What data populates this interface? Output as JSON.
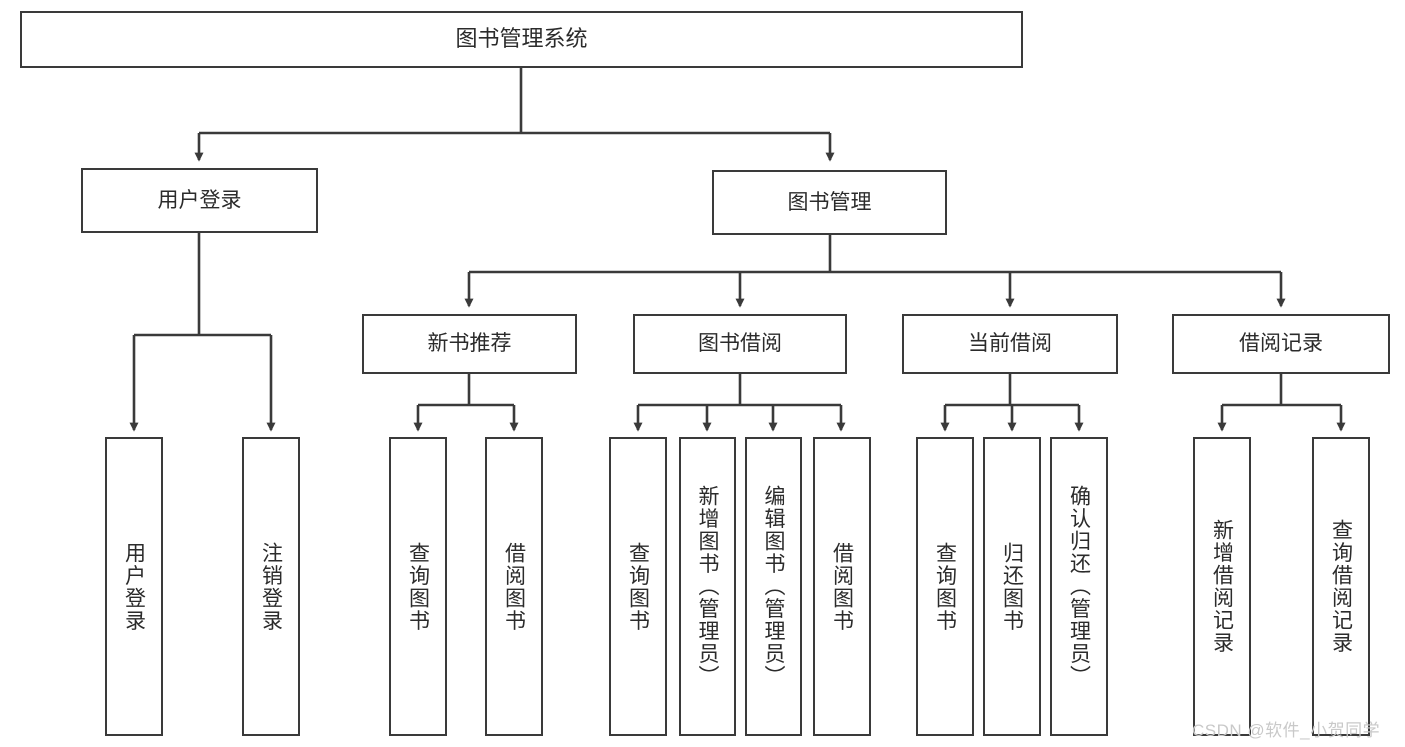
{
  "diagram": {
    "type": "tree-hierarchy",
    "title": "图书管理系统",
    "orientation": "top-down",
    "colors": {
      "box_border": "#3a3a3a",
      "box_fill": "#ffffff",
      "connector": "#3a3a3a",
      "text": "#2b2b2b",
      "watermark": "#c9c9c9",
      "background": "#ffffff"
    },
    "root": {
      "id": "root",
      "label": "图书管理系统"
    },
    "level1": [
      {
        "id": "user-login",
        "label": "用户登录"
      },
      {
        "id": "book-manage",
        "label": "图书管理"
      }
    ],
    "level2": [
      {
        "id": "new-book-recommend",
        "label": "新书推荐",
        "parent": "book-manage"
      },
      {
        "id": "book-borrow",
        "label": "图书借阅",
        "parent": "book-manage"
      },
      {
        "id": "current-borrow",
        "label": "当前借阅",
        "parent": "book-manage"
      },
      {
        "id": "borrow-record",
        "label": "借阅记录",
        "parent": "book-manage"
      }
    ],
    "leaves": [
      {
        "id": "leaf-user-login",
        "label": "用户登录",
        "parent": "user-login"
      },
      {
        "id": "leaf-logout-login",
        "label": "注销登录",
        "parent": "user-login"
      },
      {
        "id": "leaf-query-book-1",
        "label": "查询图书",
        "parent": "new-book-recommend"
      },
      {
        "id": "leaf-borrow-book-1",
        "label": "借阅图书",
        "parent": "new-book-recommend"
      },
      {
        "id": "leaf-query-book-2",
        "label": "查询图书",
        "parent": "book-borrow"
      },
      {
        "id": "leaf-add-book-admin",
        "label": "新增图书（管理员）",
        "parent": "book-borrow"
      },
      {
        "id": "leaf-edit-book-admin",
        "label": "编辑图书（管理员）",
        "parent": "book-borrow"
      },
      {
        "id": "leaf-borrow-book-2",
        "label": "借阅图书",
        "parent": "book-borrow"
      },
      {
        "id": "leaf-query-book-3",
        "label": "查询图书",
        "parent": "current-borrow"
      },
      {
        "id": "leaf-return-book",
        "label": "归还图书",
        "parent": "current-borrow"
      },
      {
        "id": "leaf-confirm-return-admin",
        "label": "确认归还（管理员）",
        "parent": "current-borrow"
      },
      {
        "id": "leaf-add-borrow-record",
        "label": "新增借阅记录",
        "parent": "borrow-record"
      },
      {
        "id": "leaf-query-borrow-record",
        "label": "查询借阅记录",
        "parent": "borrow-record"
      }
    ]
  },
  "watermark": {
    "text": "CSDN @软件_小贺同学"
  }
}
